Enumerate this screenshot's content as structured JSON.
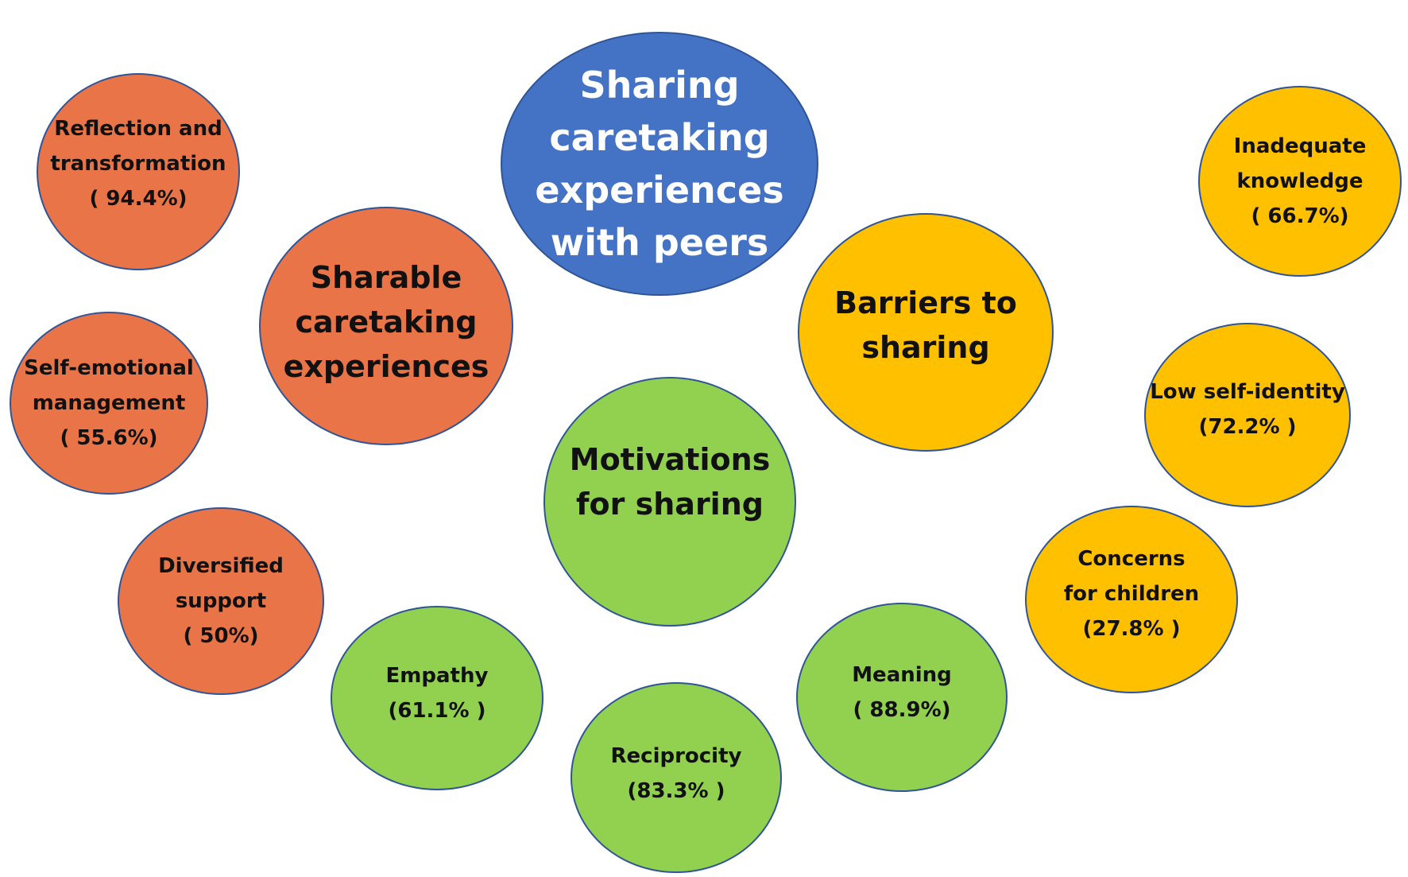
{
  "root": {
    "lines": [
      "Sharing",
      "caretaking",
      "experiences",
      "with peers"
    ],
    "color": "#4472c4"
  },
  "themes": {
    "sharable": {
      "lines": [
        "Sharable",
        "caretaking",
        "experiences"
      ],
      "color": "#e97448"
    },
    "barriers": {
      "lines": [
        "Barriers to",
        "sharing"
      ],
      "color": "#ffc000"
    },
    "motivations": {
      "lines": [
        "Motivations",
        "for sharing"
      ],
      "color": "#92d050"
    }
  },
  "subthemes": {
    "reflection": {
      "lines": [
        "Reflection and",
        "transformation",
        "( 94.4%)"
      ],
      "percent": 94.4
    },
    "self_emotional": {
      "lines": [
        "Self-emotional",
        "management",
        "( 55.6%)"
      ],
      "percent": 55.6
    },
    "diversified": {
      "lines": [
        "Diversified",
        "support",
        "( 50%)"
      ],
      "percent": 50
    },
    "inadequate": {
      "lines": [
        "Inadequate",
        "knowledge",
        "( 66.7%)"
      ],
      "percent": 66.7
    },
    "low_self_identity": {
      "lines": [
        "Low self-identity",
        "(72.2% )"
      ],
      "percent": 72.2
    },
    "concerns": {
      "lines": [
        "Concerns",
        "for children",
        "(27.8% )"
      ],
      "percent": 27.8
    },
    "empathy": {
      "lines": [
        "Empathy",
        "(61.1% )"
      ],
      "percent": 61.1
    },
    "reciprocity": {
      "lines": [
        "Reciprocity",
        "(83.3% )"
      ],
      "percent": 83.3
    },
    "meaning": {
      "lines": [
        "Meaning",
        "( 88.9%)"
      ],
      "percent": 88.9
    }
  }
}
